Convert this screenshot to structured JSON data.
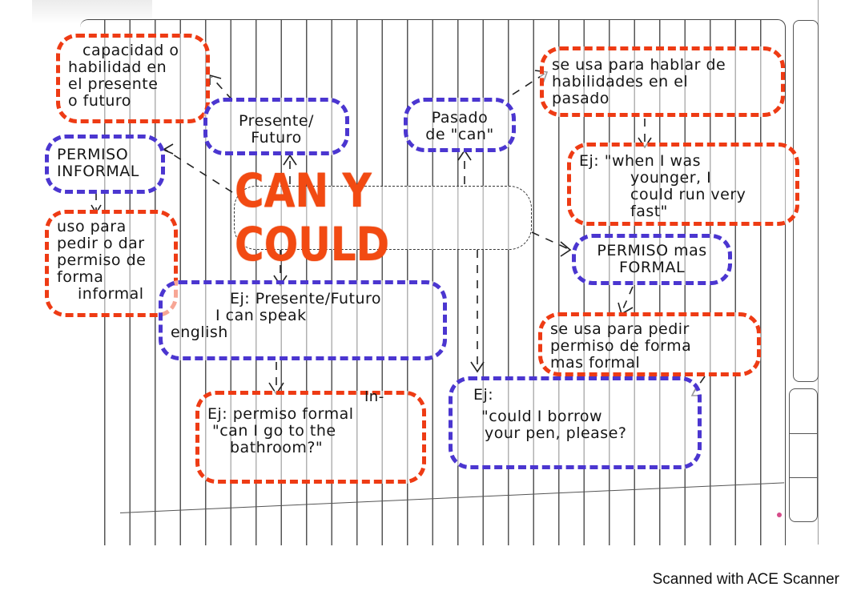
{
  "document": {
    "type": "concept-map",
    "title": "CAN Y COULD",
    "colors": {
      "title": "#f24a12",
      "red_outline": "#ee3b14",
      "blue_outline": "#4b36d0",
      "ink": "#161616",
      "paper_lines": "#555555"
    }
  },
  "nodes": {
    "capacidad": {
      "lines": [
        "capacidad o",
        "habilidad en",
        "el presente",
        "o futuro"
      ]
    },
    "presente_futuro": {
      "lines": [
        "Presente/",
        "Futuro"
      ]
    },
    "pasado": {
      "lines": [
        "Pasado",
        "de \"can\""
      ]
    },
    "habilidades_pasado": {
      "lines": [
        "se usa para hablar de",
        "habilidades en el",
        "pasado"
      ]
    },
    "ej_pasado": {
      "lines": [
        "Ej: \"when I was",
        "younger, I",
        "could run very",
        "fast\""
      ]
    },
    "permiso_informal": {
      "lines": [
        "PERMISO",
        "INFORMAL"
      ]
    },
    "uso_informal": {
      "lines": [
        "uso para",
        "pedir o dar",
        "permiso de",
        "forma",
        "informal"
      ]
    },
    "ej_presente": {
      "lines": [
        "Ej: Presente/Futuro",
        "I can speak",
        "english"
      ]
    },
    "permiso_formal": {
      "lines": [
        "PERMISO mas",
        "FORMAL"
      ]
    },
    "uso_formal": {
      "lines": [
        "se usa para pedir",
        "permiso de forma",
        "mas formal"
      ]
    },
    "ej_informal": {
      "prefix_note": "In-",
      "lines": [
        "Ej: permiso formal",
        "\"can I go to the",
        "bathroom?\""
      ]
    },
    "ej_formal": {
      "lines": [
        "Ej:",
        "\"could I borrow",
        "your pen, please?"
      ]
    }
  },
  "footer": {
    "watermark": "Scanned with ACE Scanner"
  }
}
